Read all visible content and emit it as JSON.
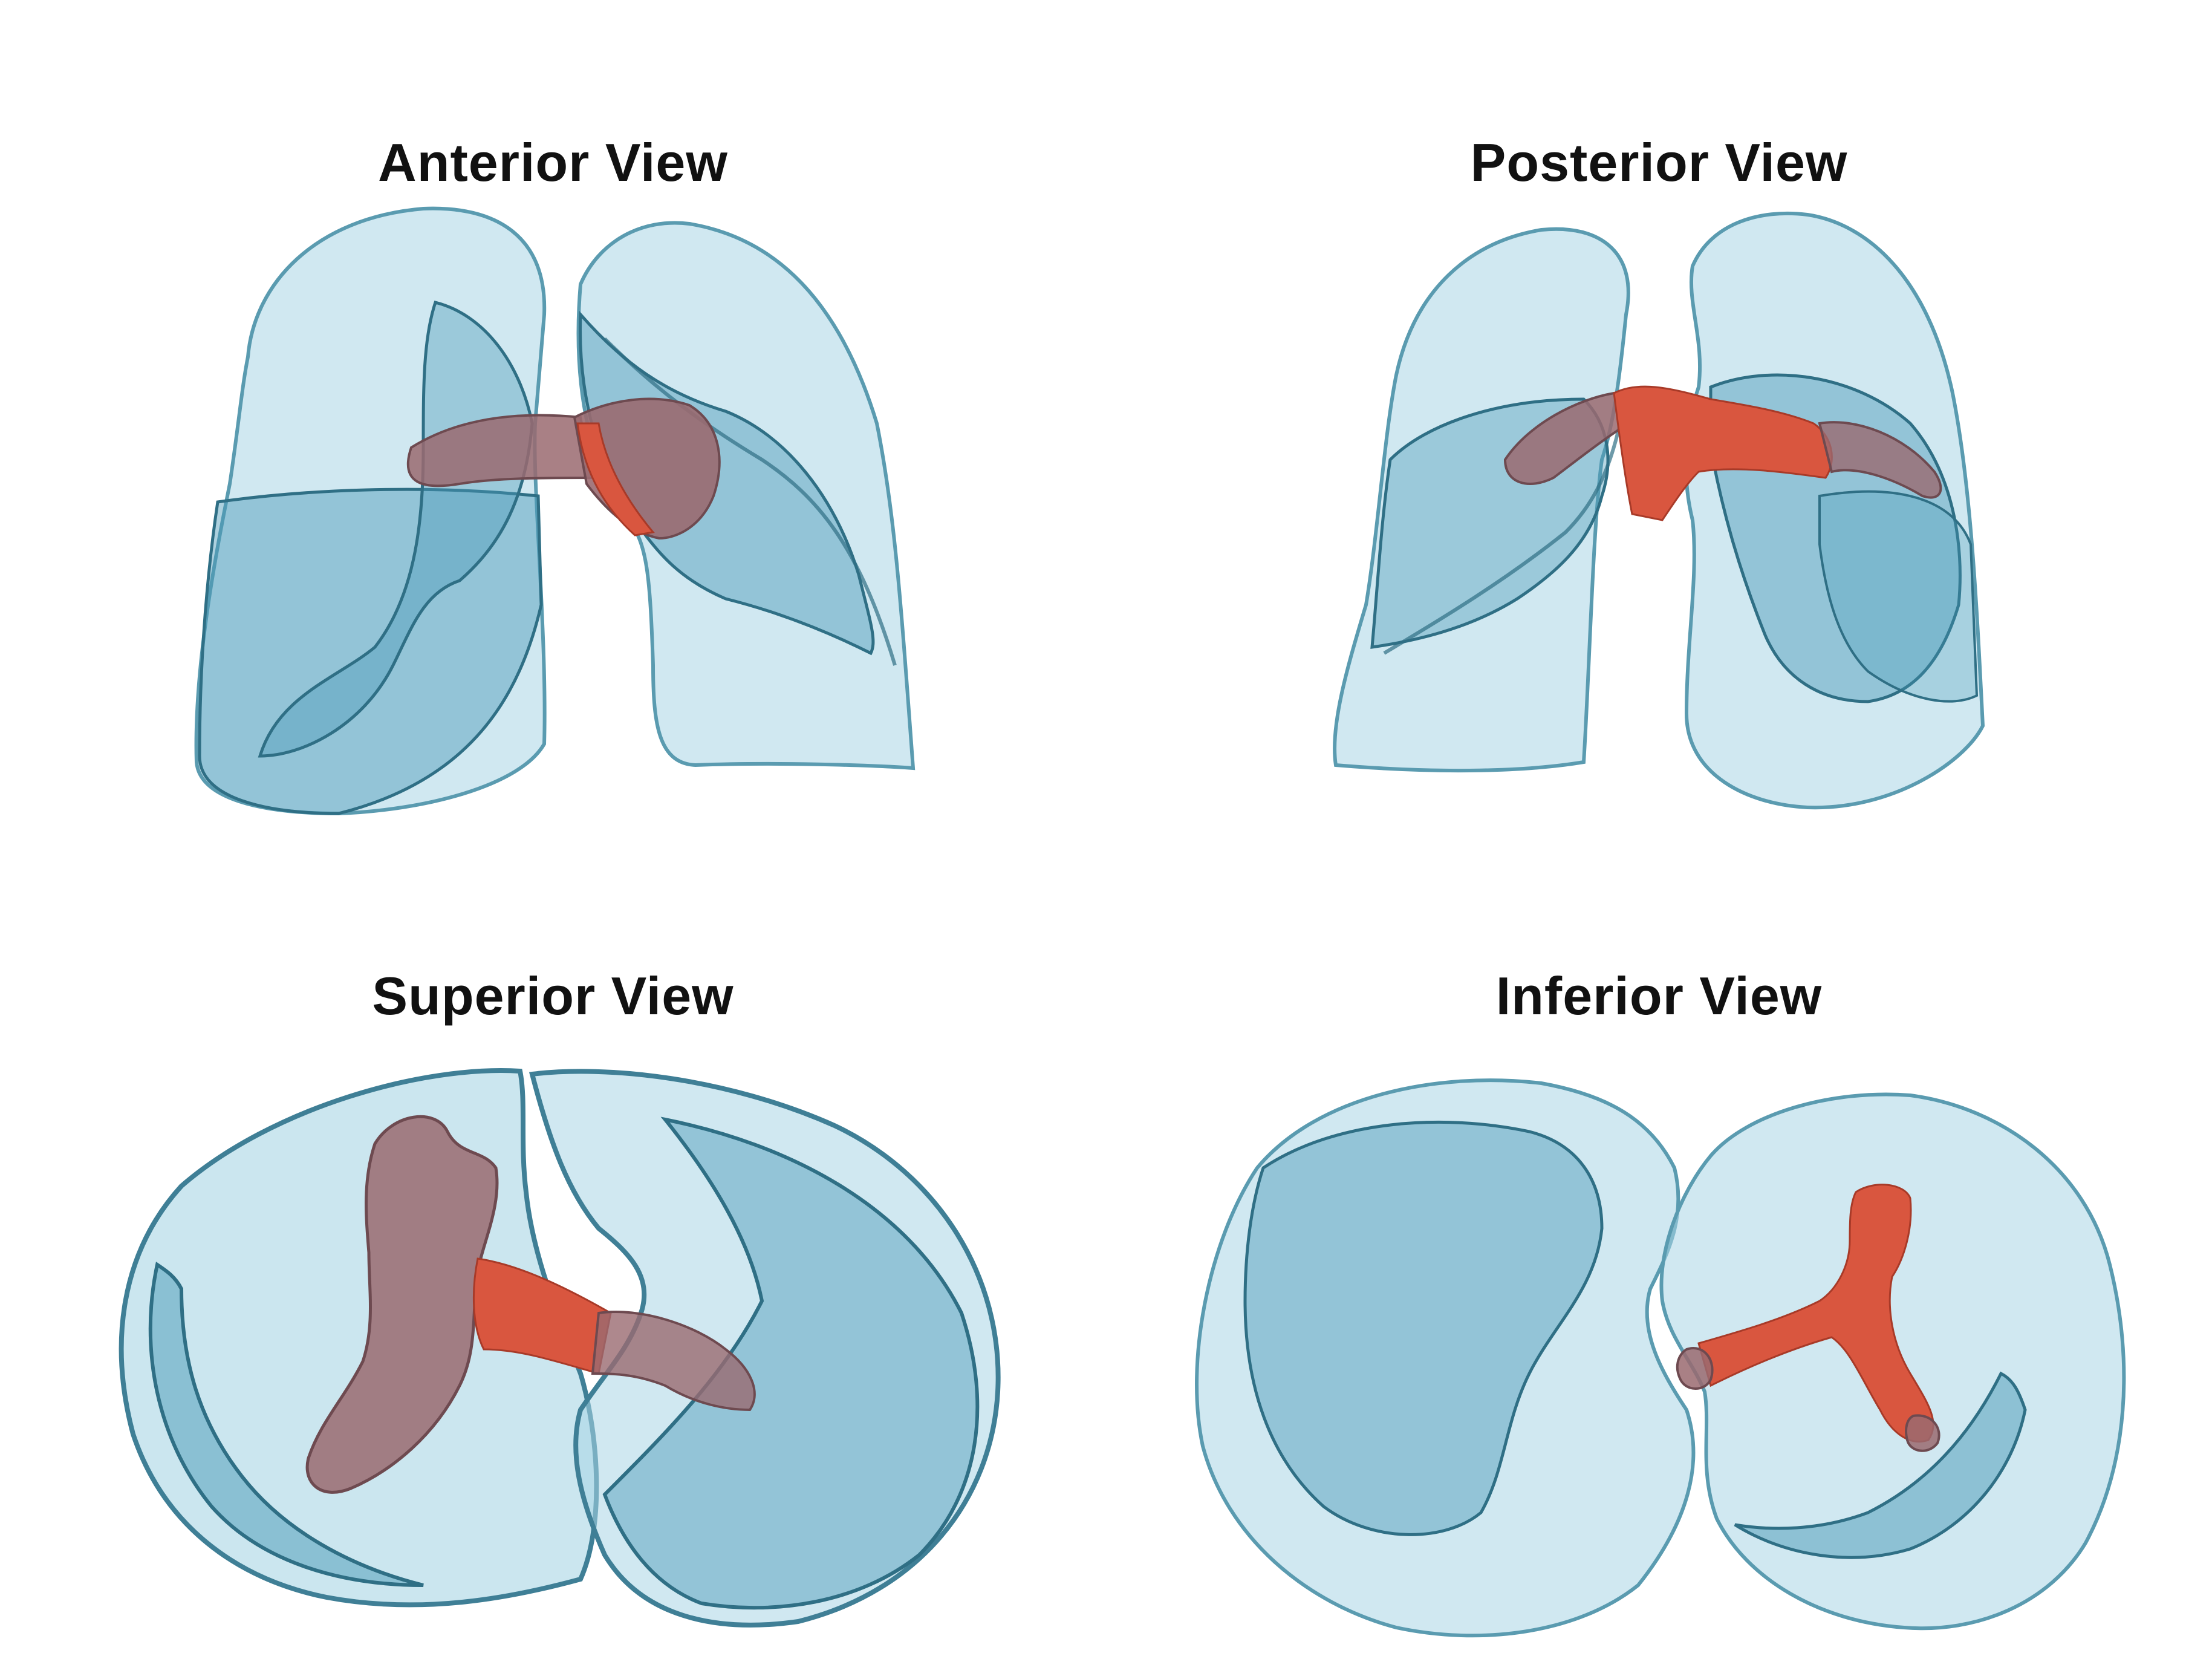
{
  "panels": {
    "anterior": {
      "title": "Anterior View"
    },
    "posterior": {
      "title": "Posterior View"
    },
    "superior": {
      "title": "Superior View"
    },
    "inferior": {
      "title": "Inferior View"
    }
  },
  "colors": {
    "lung_fill": "#a9d6e5",
    "lung_edge": "#5a9bb0",
    "lobe_fill": "#4a9ab8",
    "lobe_edge": "#2f6f85",
    "airway": "#d9563f",
    "airway_overlap": "#9a6a70"
  }
}
